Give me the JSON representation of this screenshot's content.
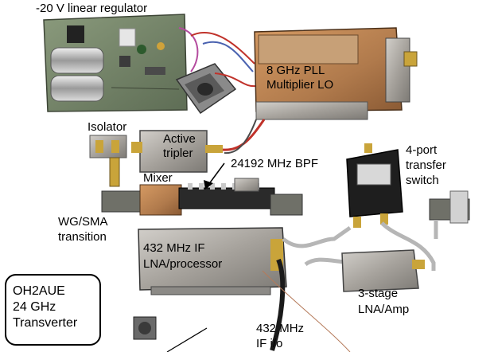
{
  "photo": {
    "colors": {
      "background": "#ffffff",
      "board_green": "#6d7d62",
      "aluminum": "#a6a29c",
      "copper": "#b07a4c",
      "dark_metal": "#3a3a3a",
      "cable_red": "#c0322a",
      "cable_blue": "#4a62b0"
    }
  },
  "labels": {
    "regulator": "-20 V linear regulator",
    "pll_line1": "8 GHz PLL",
    "pll_line2": "Multiplier LO",
    "isolator": "Isolator",
    "tripler_line1": "Active",
    "tripler_line2": "tripler",
    "bpf": "24192 MHz BPF",
    "mixer": "Mixer",
    "switch_line1": "4-port",
    "switch_line2": "transfer",
    "switch_line3": "switch",
    "wgsma_line1": "WG/SMA",
    "wgsma_line2": "transition",
    "if_line1": "432 MHz IF",
    "if_line2": "LNA/processor",
    "lna_line1": "3-stage",
    "lna_line2": "LNA/Amp",
    "ifio_line1": "432 MHz",
    "ifio_line2": "IF i/o"
  },
  "badge": {
    "line1": "OH2AUE",
    "line2": "24 GHz",
    "line3": "Transverter"
  }
}
